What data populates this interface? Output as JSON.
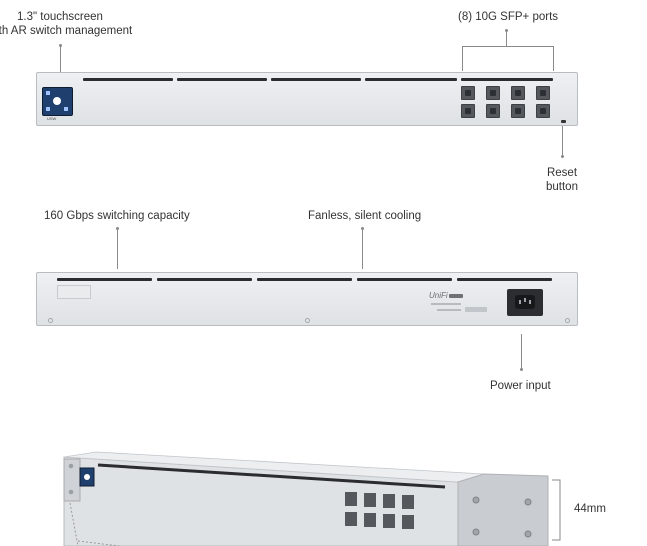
{
  "labels": {
    "touchscreen_line1": "1.3\" touchscreen",
    "touchscreen_line2": "with AR switch management",
    "sfp_ports": "(8) 10G SFP+ ports",
    "reset_line1": "Reset",
    "reset_line2": "button",
    "switching_capacity": "160 Gbps switching capacity",
    "fanless": "Fanless, silent cooling",
    "power_input": "Power input",
    "height": "44mm"
  },
  "device": {
    "front_label": "USW",
    "rear_brand": "UniFi"
  },
  "colors": {
    "chassis": "#e3e6e9",
    "vent": "#2a2c2f",
    "port": "#55595e",
    "screen": "#1f3f6e"
  }
}
